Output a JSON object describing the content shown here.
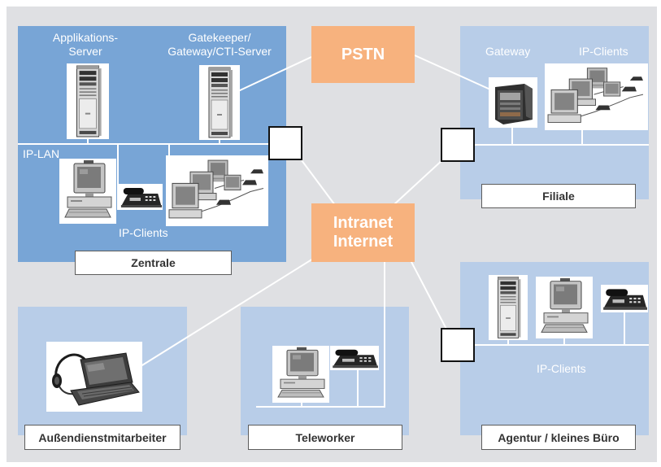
{
  "colors": {
    "background": "#dfe0e3",
    "central_region": "#78a5d6",
    "site_region": "#b8cde8",
    "hub": "#f7b27e",
    "link": "#ffffff",
    "label_text": "#333333"
  },
  "central": {
    "app_server_label": [
      "Applikations-",
      "Server"
    ],
    "gatekeeper_label": [
      "Gatekeeper/",
      "Gateway/CTI-Server"
    ],
    "lan_label": "IP-LAN",
    "clients_label": "IP-Clients",
    "title": "Zentrale",
    "icons": [
      "server-icon",
      "server-icon",
      "pc-icon",
      "phone-icon",
      "pc-group-icon",
      "switch-icon"
    ]
  },
  "pstn": {
    "label": "PSTN"
  },
  "network": {
    "label": [
      "Intranet",
      "Internet"
    ]
  },
  "branch": {
    "gateway_label": "Gateway",
    "clients_label": "IP-Clients",
    "title": "Filiale",
    "icons": [
      "gateway-device-icon",
      "pc-group-icon",
      "switch-icon"
    ]
  },
  "field_staff": {
    "title": "Außendienstmitarbeiter",
    "icons": [
      "laptop-headset-icon"
    ]
  },
  "teleworker": {
    "title": "Teleworker",
    "icons": [
      "pc-icon",
      "phone-icon"
    ]
  },
  "agency": {
    "clients_label": "IP-Clients",
    "title": "Agentur / kleines Büro",
    "icons": [
      "server-icon",
      "pc-icon",
      "phone-icon",
      "switch-icon"
    ]
  }
}
